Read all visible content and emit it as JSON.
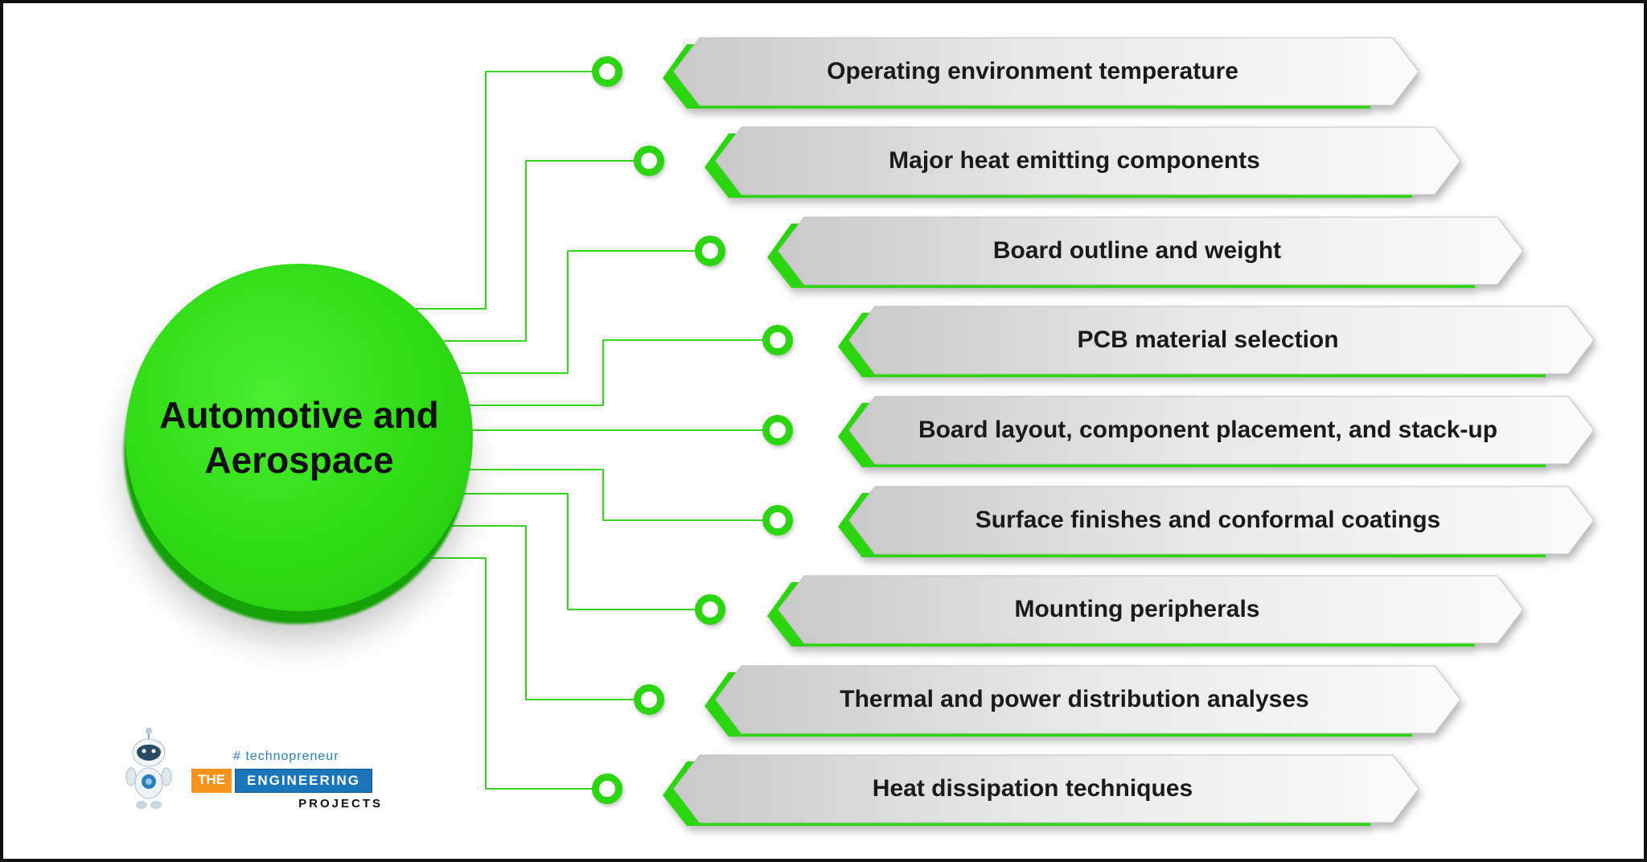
{
  "center": {
    "title": "Automotive and Aerospace"
  },
  "items": [
    "Operating environment temperature",
    "Major heat emitting components",
    "Board outline and weight",
    "PCB material selection",
    "Board layout, component placement, and stack-up",
    "Surface finishes and conformal coatings",
    "Mounting peripherals",
    "Thermal and power distribution analyses",
    "Heat dissipation techniques"
  ],
  "logo": {
    "tagline": "# technopreneur",
    "word_the": "THE",
    "word_engineering": "ENGINEERING",
    "word_projects": "PROJECTS"
  },
  "colors": {
    "green": "#2bd60f",
    "green_dark": "#14a206",
    "line_green": "#35d61c",
    "banner_text": "#1a1a1a",
    "logo_orange": "#f7941d",
    "logo_blue": "#1b75bb"
  }
}
